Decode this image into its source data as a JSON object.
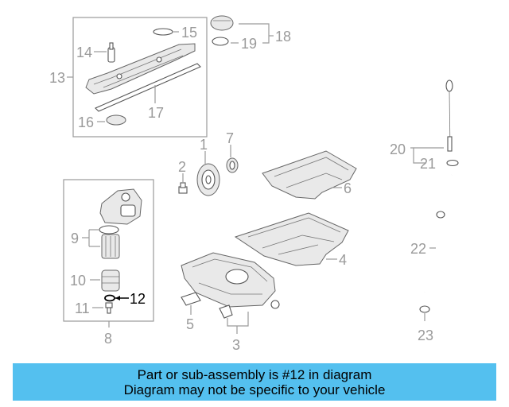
{
  "callouts": {
    "c1": "1",
    "c2": "2",
    "c3": "3",
    "c4": "4",
    "c5": "5",
    "c6": "6",
    "c7": "7",
    "c8": "8",
    "c9": "9",
    "c10": "10",
    "c11": "11",
    "c12": "12",
    "c13": "13",
    "c14": "14",
    "c15": "15",
    "c16": "16",
    "c17": "17",
    "c18": "18",
    "c19": "19",
    "c20": "20",
    "c21": "21",
    "c22": "22",
    "c23": "23"
  },
  "highlight_callout": "12",
  "colors": {
    "banner": "#54c0ef",
    "label": "#9a9a9a",
    "highlight": "#000000"
  },
  "banner": {
    "line1": "Part or sub-assembly is #12 in diagram",
    "line2": "Diagram may not be specific to your vehicle"
  }
}
